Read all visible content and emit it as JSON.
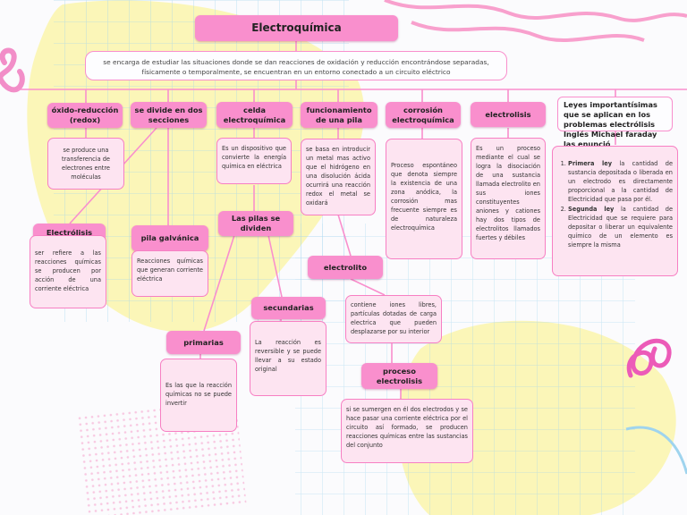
{
  "title": "Electroquímica",
  "definition": "se encarga de estudiar las situaciones donde se dan reacciones de oxidación y reducción encontrándose separadas, físicamente o temporalmente, se encuentran en un entorno conectado a un circuito eléctrico",
  "branches": {
    "oxido": {
      "label": "óxido-reducción (redox)",
      "note": "se produce una transferencia de electrones entre moléculas"
    },
    "divide": {
      "label": "se divide en dos secciones"
    },
    "electrolisis_sec": {
      "label": "Electrólisis",
      "note": "ser refiere a las reacciones químicas se producen por acción de una corriente eléctrica"
    },
    "pila_galvanica": {
      "label": "pila galvánica",
      "note": "Reacciones químicas que generan corriente eléctrica"
    },
    "celda": {
      "label": "celda electroquímica",
      "note": "Es un dispositivo que convierte la energía química en eléctrica"
    },
    "pilas_dividen": {
      "label": "Las pilas se dividen"
    },
    "primarias": {
      "label": "primarias",
      "note": "Es las que la reacción químicas no se puede invertir"
    },
    "secundarias": {
      "label": "secundarias",
      "note": "La reacción es reversible y se puede llevar a su estado original"
    },
    "funcionamiento": {
      "label": "funcionamiento de una pila",
      "note": "se basa en introducir un metal mas activo que el hidrógeno en una disolución ácida ocurrirá una reacción redox el metal se oxidará"
    },
    "electrolito": {
      "label": "electrolito",
      "note": "contiene iones libres, partículas dotadas de carga electrica que pueden desplazarse por su interior"
    },
    "proceso": {
      "label": "proceso electrolisis",
      "note": "si se sumergen en él dos electrodos y se hace pasar una corriente eléctrica por el circuito así formado, se producen reacciones químicas entre las sustancias del conjunto"
    },
    "corrosion": {
      "label": "corrosión electroquímica",
      "note": "Proceso espontáneo que denota siempre la existencia de una zona anódica, la corrosión mas frecuente siempre es de naturaleza electroquímica"
    },
    "electrolisis": {
      "label": "electrolisis",
      "note": "Es un proceso mediante el cual se logra la disociación de una sustancia llamada electrolito en sus iones constituyentes aniones y cationes hay dos tipos de electrolitos llamados fuertes y débiles"
    },
    "leyes": {
      "label": "Leyes importantísimas que se aplican en los problemas electrólisis Inglés Michael faraday las enunció",
      "law1_title": "Primera ley",
      "law1_text": " la cantidad de sustancia depositada o liberada en un electrodo es directamente proporcional a la cantidad de Electricidad que pasa por él.",
      "law2_title": "Segunda ley",
      "law2_text": " la cantidad de Electricidad que se requiere para depositar o liberar un equivalente químico de un elemento es siempre la misma"
    }
  },
  "colors": {
    "node": "#f98fcd",
    "note_bg": "#fde4f1",
    "note_border": "#f77fc3",
    "line": "#f98fcd",
    "blob": "#fbf6b8",
    "grid": "#9fd4ee"
  }
}
